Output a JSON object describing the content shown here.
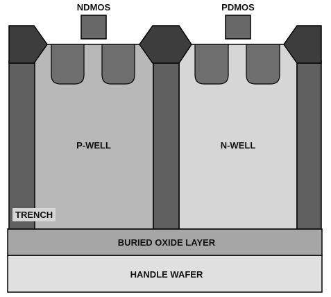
{
  "labels": {
    "ndmos": "NDMOS",
    "pdmos": "PDMOS",
    "p_well": "P-WELL",
    "n_well": "N-WELL",
    "trench": "TRENCH",
    "buried_oxide": "BURIED OXIDE LAYER",
    "handle_wafer": "HANDLE WAFER"
  },
  "colors": {
    "trench": "#5f5f5f",
    "cap": "#3d3d3d",
    "p_well": "#b8b8b8",
    "n_well": "#d6d6d6",
    "buried_oxide": "#a6a6a6",
    "handle_wafer": "#e0e0e0",
    "pocket": "#6e6e6e",
    "gate": "#686868",
    "outline": "#000000"
  }
}
